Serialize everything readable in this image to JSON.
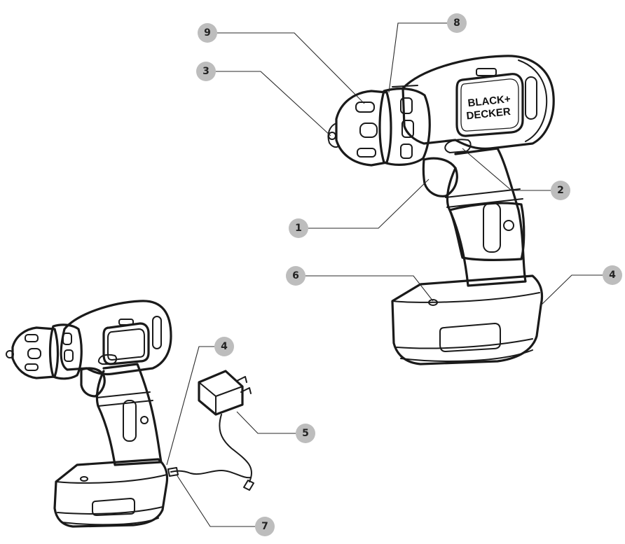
{
  "brand": {
    "line1": "BLACK+",
    "line2": "DECKER"
  },
  "callouts": [
    {
      "id": "c9",
      "label": "9"
    },
    {
      "id": "c8",
      "label": "8"
    },
    {
      "id": "c3",
      "label": "3"
    },
    {
      "id": "c2",
      "label": "2"
    },
    {
      "id": "c1",
      "label": "1"
    },
    {
      "id": "c6",
      "label": "6"
    },
    {
      "id": "c4a",
      "label": "4"
    },
    {
      "id": "c4b",
      "label": "4"
    },
    {
      "id": "c5",
      "label": "5"
    },
    {
      "id": "c7",
      "label": "7"
    }
  ],
  "colors": {
    "callout_fill": "#bdbdbd",
    "line": "#1a1a1a"
  }
}
